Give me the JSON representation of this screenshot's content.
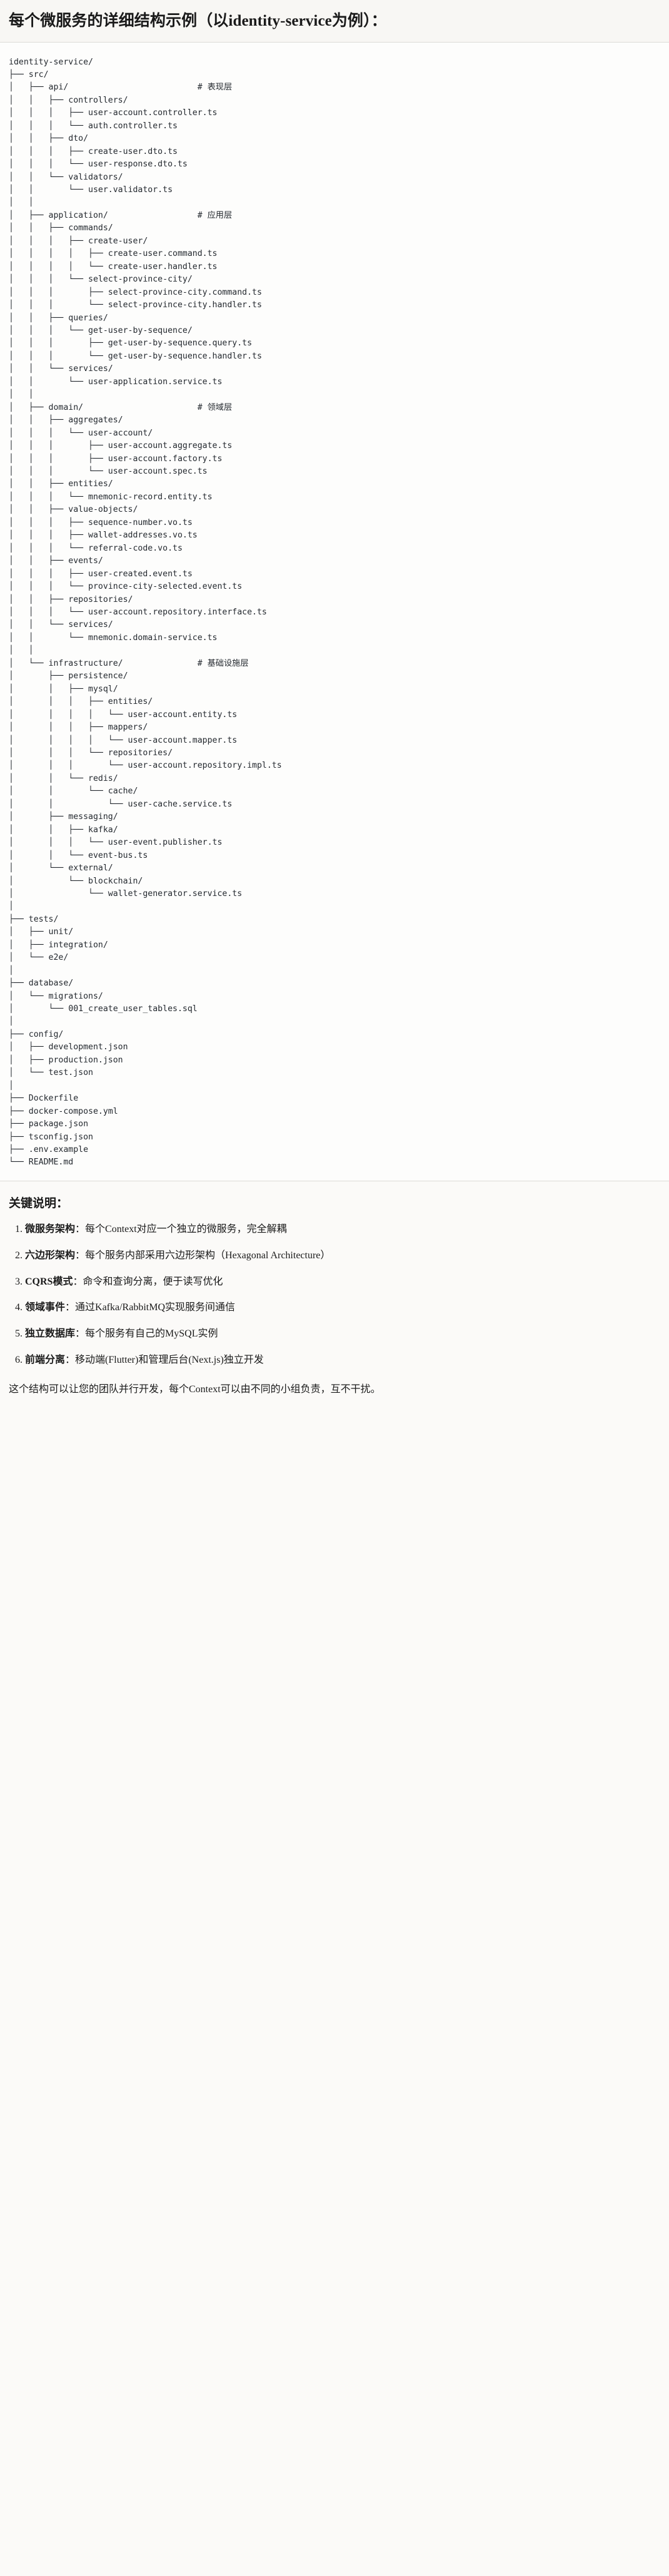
{
  "header": {
    "title": "每个微服务的详细结构示例（以identity-service为例）："
  },
  "tree": {
    "text": "identity-service/\n├── src/\n│   ├── api/                          # 表现层\n│   │   ├── controllers/\n│   │   │   ├── user-account.controller.ts\n│   │   │   └── auth.controller.ts\n│   │   ├── dto/\n│   │   │   ├── create-user.dto.ts\n│   │   │   └── user-response.dto.ts\n│   │   └── validators/\n│   │       └── user.validator.ts\n│   │\n│   ├── application/                  # 应用层\n│   │   ├── commands/\n│   │   │   ├── create-user/\n│   │   │   │   ├── create-user.command.ts\n│   │   │   │   └── create-user.handler.ts\n│   │   │   └── select-province-city/\n│   │   │       ├── select-province-city.command.ts\n│   │   │       └── select-province-city.handler.ts\n│   │   ├── queries/\n│   │   │   └── get-user-by-sequence/\n│   │   │       ├── get-user-by-sequence.query.ts\n│   │   │       └── get-user-by-sequence.handler.ts\n│   │   └── services/\n│   │       └── user-application.service.ts\n│   │\n│   ├── domain/                       # 领域层\n│   │   ├── aggregates/\n│   │   │   └── user-account/\n│   │   │       ├── user-account.aggregate.ts\n│   │   │       ├── user-account.factory.ts\n│   │   │       └── user-account.spec.ts\n│   │   ├── entities/\n│   │   │   └── mnemonic-record.entity.ts\n│   │   ├── value-objects/\n│   │   │   ├── sequence-number.vo.ts\n│   │   │   ├── wallet-addresses.vo.ts\n│   │   │   └── referral-code.vo.ts\n│   │   ├── events/\n│   │   │   ├── user-created.event.ts\n│   │   │   └── province-city-selected.event.ts\n│   │   ├── repositories/\n│   │   │   └── user-account.repository.interface.ts\n│   │   └── services/\n│   │       └── mnemonic.domain-service.ts\n│   │\n│   └── infrastructure/               # 基础设施层\n│       ├── persistence/\n│       │   ├── mysql/\n│       │   │   ├── entities/\n│       │   │   │   └── user-account.entity.ts\n│       │   │   ├── mappers/\n│       │   │   │   └── user-account.mapper.ts\n│       │   │   └── repositories/\n│       │   │       └── user-account.repository.impl.ts\n│       │   └── redis/\n│       │       └── cache/\n│       │           └── user-cache.service.ts\n│       ├── messaging/\n│       │   ├── kafka/\n│       │   │   └── user-event.publisher.ts\n│       │   └── event-bus.ts\n│       └── external/\n│           └── blockchain/\n│               └── wallet-generator.service.ts\n│\n├── tests/\n│   ├── unit/\n│   ├── integration/\n│   └── e2e/\n│\n├── database/\n│   └── migrations/\n│       └── 001_create_user_tables.sql\n│\n├── config/\n│   ├── development.json\n│   ├── production.json\n│   └── test.json\n│\n├── Dockerfile\n├── docker-compose.yml\n├── package.json\n├── tsconfig.json\n├── .env.example\n└── README.md"
  },
  "notes": {
    "heading": "关键说明：",
    "items": [
      {
        "term": "微服务架构",
        "desc": "：每个Context对应一个独立的微服务，完全解耦"
      },
      {
        "term": "六边形架构",
        "desc": "：每个服务内部采用六边形架构（Hexagonal Architecture）"
      },
      {
        "term": "CQRS模式",
        "desc": "：命令和查询分离，便于读写优化"
      },
      {
        "term": "领域事件",
        "desc": "：通过Kafka/RabbitMQ实现服务间通信"
      },
      {
        "term": "独立数据库",
        "desc": "：每个服务有自己的MySQL实例"
      },
      {
        "term": "前端分离",
        "desc": "：移动端(Flutter)和管理后台(Next.js)独立开发"
      }
    ],
    "closing": "这个结构可以让您的团队并行开发，每个Context可以由不同的小组负责，互不干扰。"
  },
  "colors": {
    "page_bg": "#fbfaf8",
    "header_bg": "#f8f7f4",
    "code_bg": "#fdfdfc",
    "text": "#1a1a1a",
    "code_text": "#24292f",
    "divider": "#dcdbd7"
  }
}
